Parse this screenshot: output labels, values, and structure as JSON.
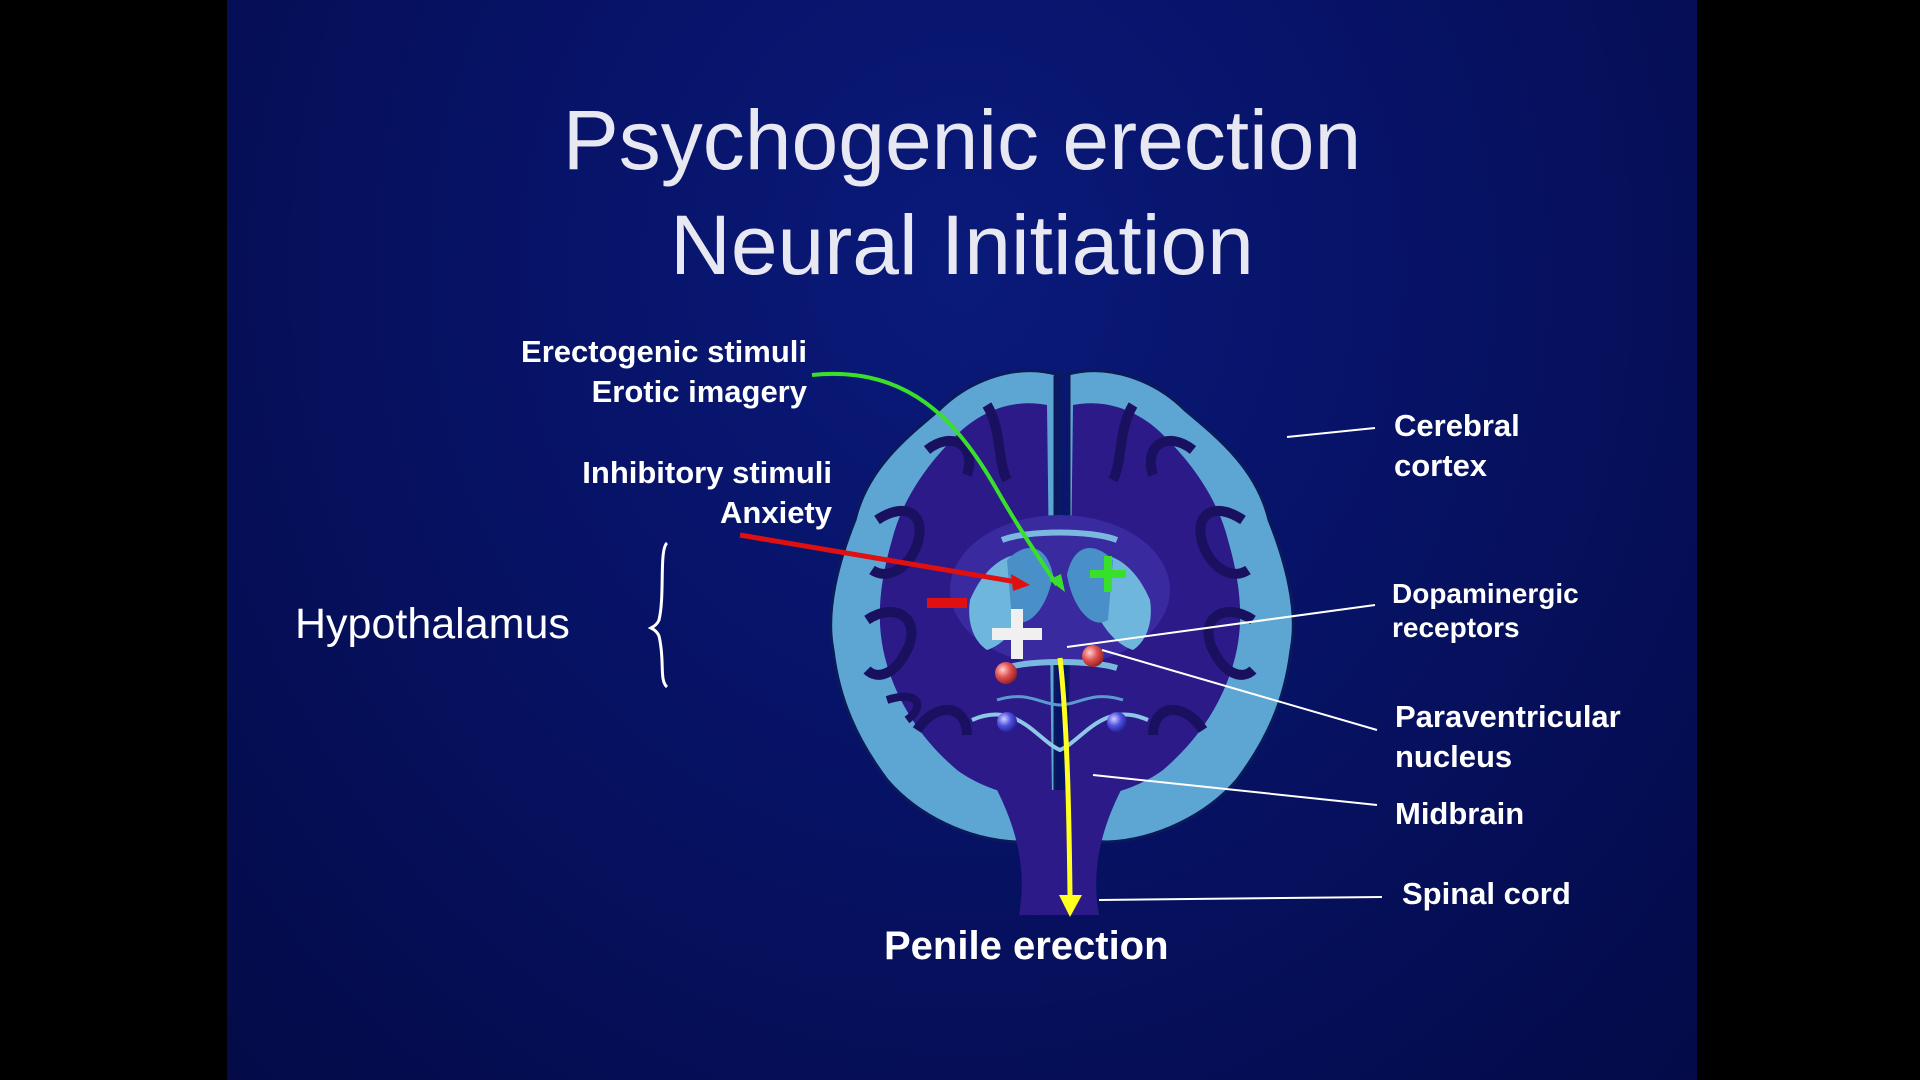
{
  "title": {
    "line1": "Psychogenic erection",
    "line2": "Neural Initiation"
  },
  "labels": {
    "erectogenic": "Erectogenic stimuli",
    "erotic": "Erotic imagery",
    "inhibitory": "Inhibitory stimuli",
    "anxiety": "Anxiety",
    "hypothalamus": "Hypothalamus",
    "cerebral": "Cerebral",
    "cortex": "cortex",
    "dopaminergic": "Dopaminergic",
    "receptors": "receptors",
    "paraventricular": "Paraventricular",
    "nucleus": "nucleus",
    "midbrain": "Midbrain",
    "spinal_cord": "Spinal cord",
    "penile_erection": "Penile erection"
  },
  "colors": {
    "background": "#061266",
    "excitatory_arrow": "#39e02a",
    "inhibitory_arrow": "#e01010",
    "output_arrow": "#ffff20",
    "brain_tissue": "#2c1c8a",
    "cortex_fill": "#6fb0d8",
    "text": "#ffffff"
  }
}
